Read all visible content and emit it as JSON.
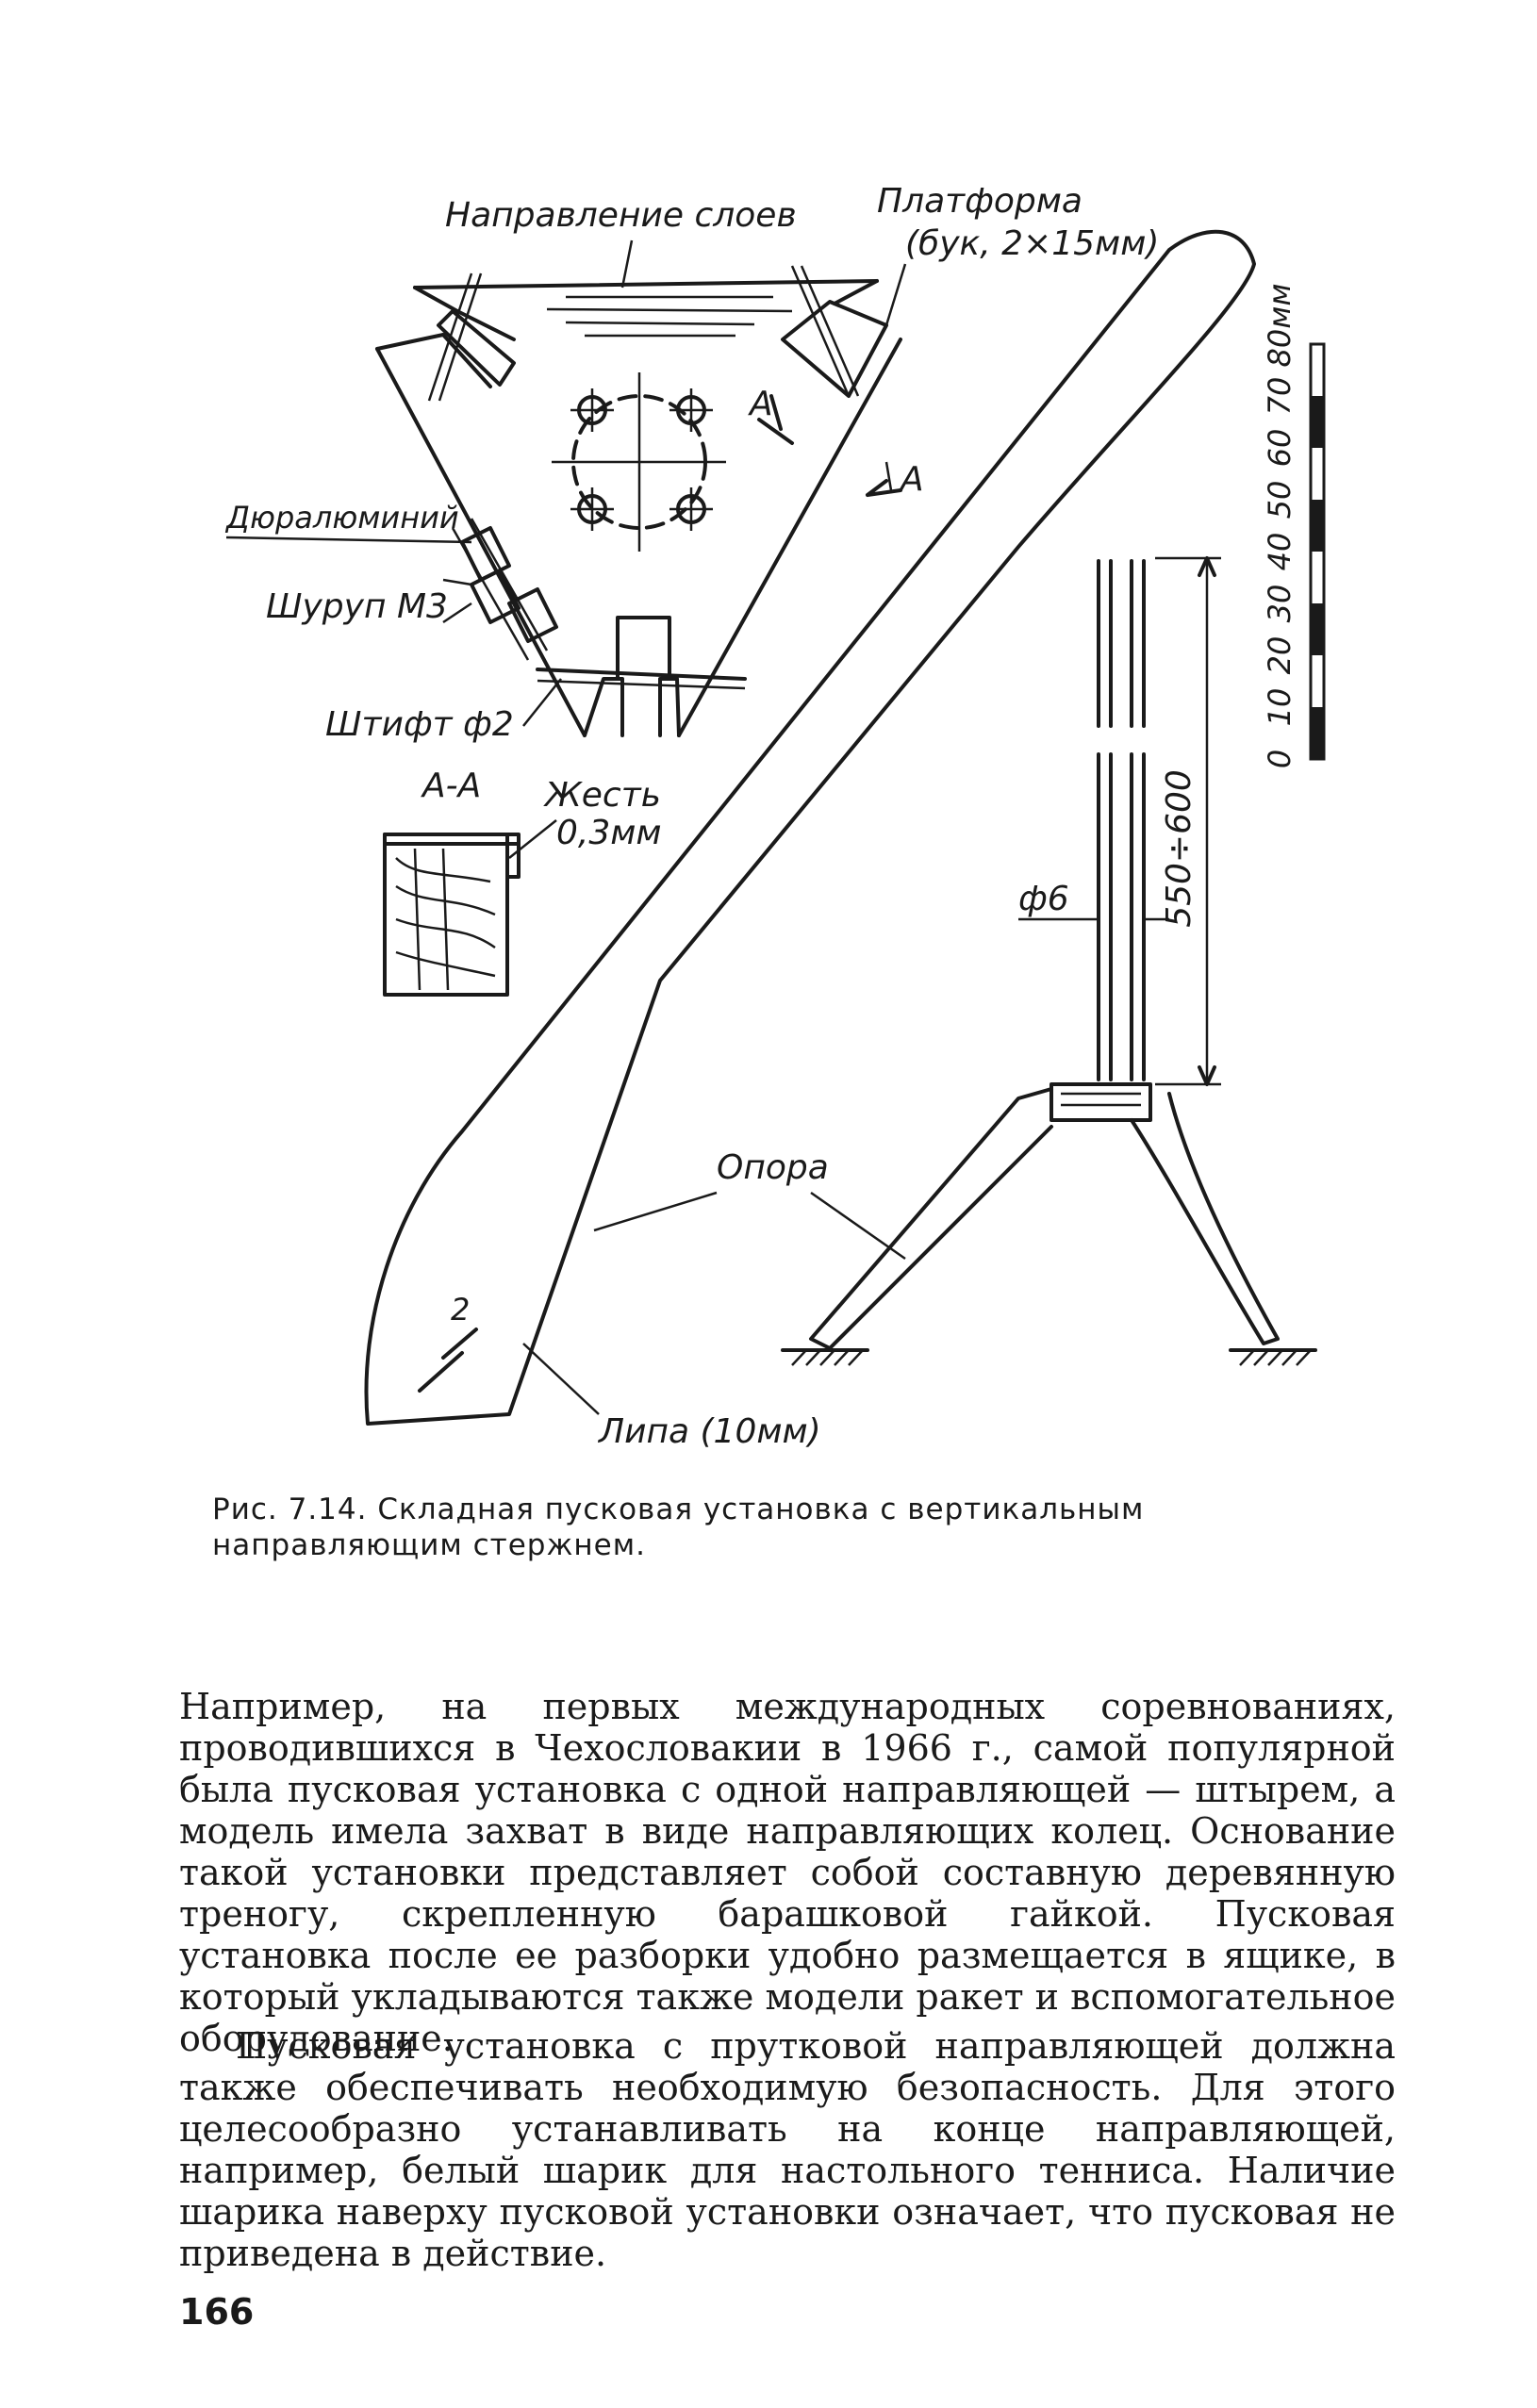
{
  "figure": {
    "labels": {
      "grain_direction": "Направление слоев",
      "platform_line1": "Платформа",
      "platform_line2": "(бук, 2×15мм)",
      "duralumin": "Дюралюминий",
      "screw": "Шуруп М3",
      "pin": "Штифт ф2",
      "section_label": "А-А",
      "section_a_top": "А",
      "section_a_bottom": "А",
      "tin_line1": "Жесть",
      "tin_line2": "0,3мм",
      "diameter": "ф6",
      "length": "550÷600",
      "support": "Опора",
      "linden": "Липа (10мм)",
      "thickness": "2"
    },
    "scale": {
      "unit_label": "80мм",
      "ticks": [
        "0",
        "10",
        "20",
        "30",
        "40",
        "50",
        "60",
        "70"
      ]
    }
  },
  "caption": "Рис. 7.14. Складная пусковая установка с вертикальным направляющим стержнем.",
  "paragraphs": [
    "Например, на первых международных соревнованиях, проводившихся в Чехословакии в 1966 г., самой популярной была пусковая установка с одной направляющей — штырем, а модель имела захват в виде направляющих колец. Основание такой установки представляет собой составную деревянную треногу, скрепленную барашковой гайкой. Пусковая установка после ее разборки удобно размещается в ящике, в который укладываются также модели ракет и вспомогательное оборудование.",
    "Пусковая установка с прутковой направляющей должна также обеспечивать необходимую безопасность. Для этого целесообразно устанавливать на конце направляющей, например, белый шарик для настольного тенниса. Наличие шарика наверху пусковой установки означает, что пусковая не приведена в действие."
  ],
  "page_number": "166"
}
